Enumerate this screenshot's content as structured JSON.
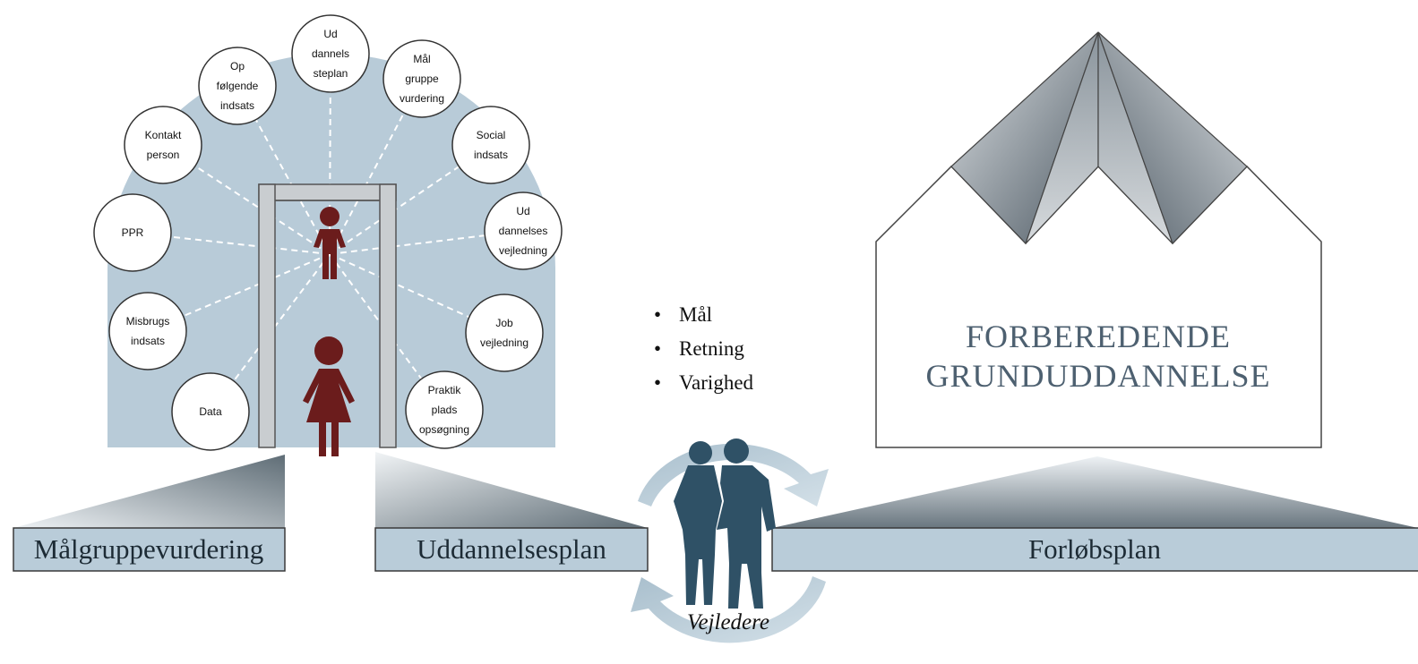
{
  "circle_labels": [
    {
      "lines": [
        "Ud",
        "dannels",
        "steplan"
      ]
    },
    {
      "lines": [
        "Mål",
        "gruppe",
        "vurdering"
      ]
    },
    {
      "lines": [
        "Social",
        "indsats"
      ]
    },
    {
      "lines": [
        "Ud",
        "dannelses",
        "vejledning"
      ]
    },
    {
      "lines": [
        "Job",
        "vejledning"
      ]
    },
    {
      "lines": [
        "Praktik",
        "plads",
        "opsøgning"
      ]
    },
    {
      "lines": [
        "Data"
      ]
    },
    {
      "lines": [
        "Misbrugs",
        "indsats"
      ]
    },
    {
      "lines": [
        "PPR"
      ]
    },
    {
      "lines": [
        "Kontakt",
        "person"
      ]
    },
    {
      "lines": [
        "Op",
        "følgende",
        "indsats"
      ]
    }
  ],
  "bars": {
    "malgruppe": "Målgruppevurdering",
    "uddannelse": "Uddannelsesplan",
    "forlob": "Forløbsplan"
  },
  "bullets": [
    "Mål",
    "Retning",
    "Varighed"
  ],
  "house": {
    "title_line1": "FORBEREDENDE",
    "title_line2": "GRUNDUDDANNELSE"
  },
  "advisors_label": "Vejledere",
  "colors": {
    "halo": "#b8cbd8",
    "figure": "#6b1c1c",
    "people": "#2f5166",
    "bar_fill": "#b9ccd9",
    "bar_gradient_dark": "#5f6d76",
    "roof_dark": "#4e5a64",
    "roof_light": "#d4d8dc",
    "arrow": "#b3c6d2"
  }
}
